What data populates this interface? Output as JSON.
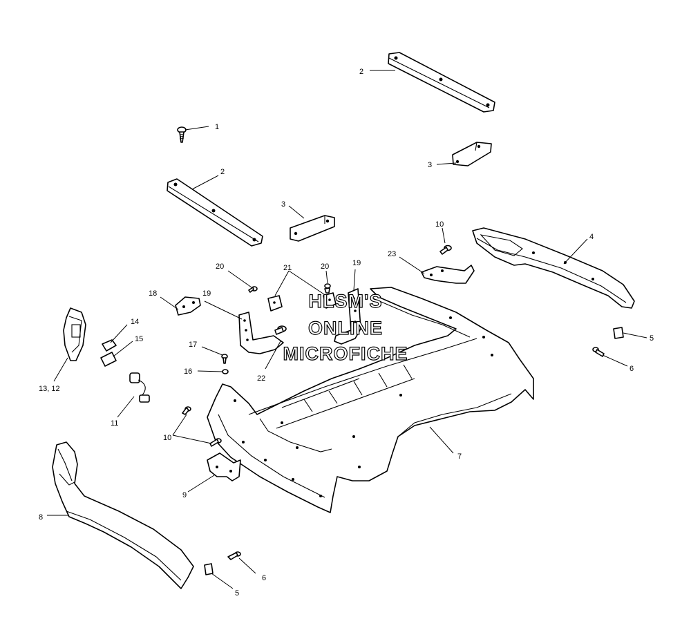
{
  "watermark": {
    "lines": [
      "HLSM'S",
      "ONLINE",
      "MICROFICHE"
    ]
  },
  "callouts": {
    "c1": "1",
    "c2a": "2",
    "c2b": "2",
    "c3a": "3",
    "c3b": "3",
    "c4": "4",
    "c5a": "5",
    "c5b": "5",
    "c6a": "6",
    "c6b": "6",
    "c7": "7",
    "c8": "8",
    "c9": "9",
    "c10a": "10",
    "c10b": "10",
    "c11": "11",
    "c13_12": "13,  12",
    "c14": "14",
    "c15": "15",
    "c16": "16",
    "c17": "17",
    "c18": "18",
    "c19a": "19",
    "c19b": "19",
    "c20a": "20",
    "c20b": "20",
    "c21": "21",
    "c22": "22",
    "c23": "23"
  }
}
